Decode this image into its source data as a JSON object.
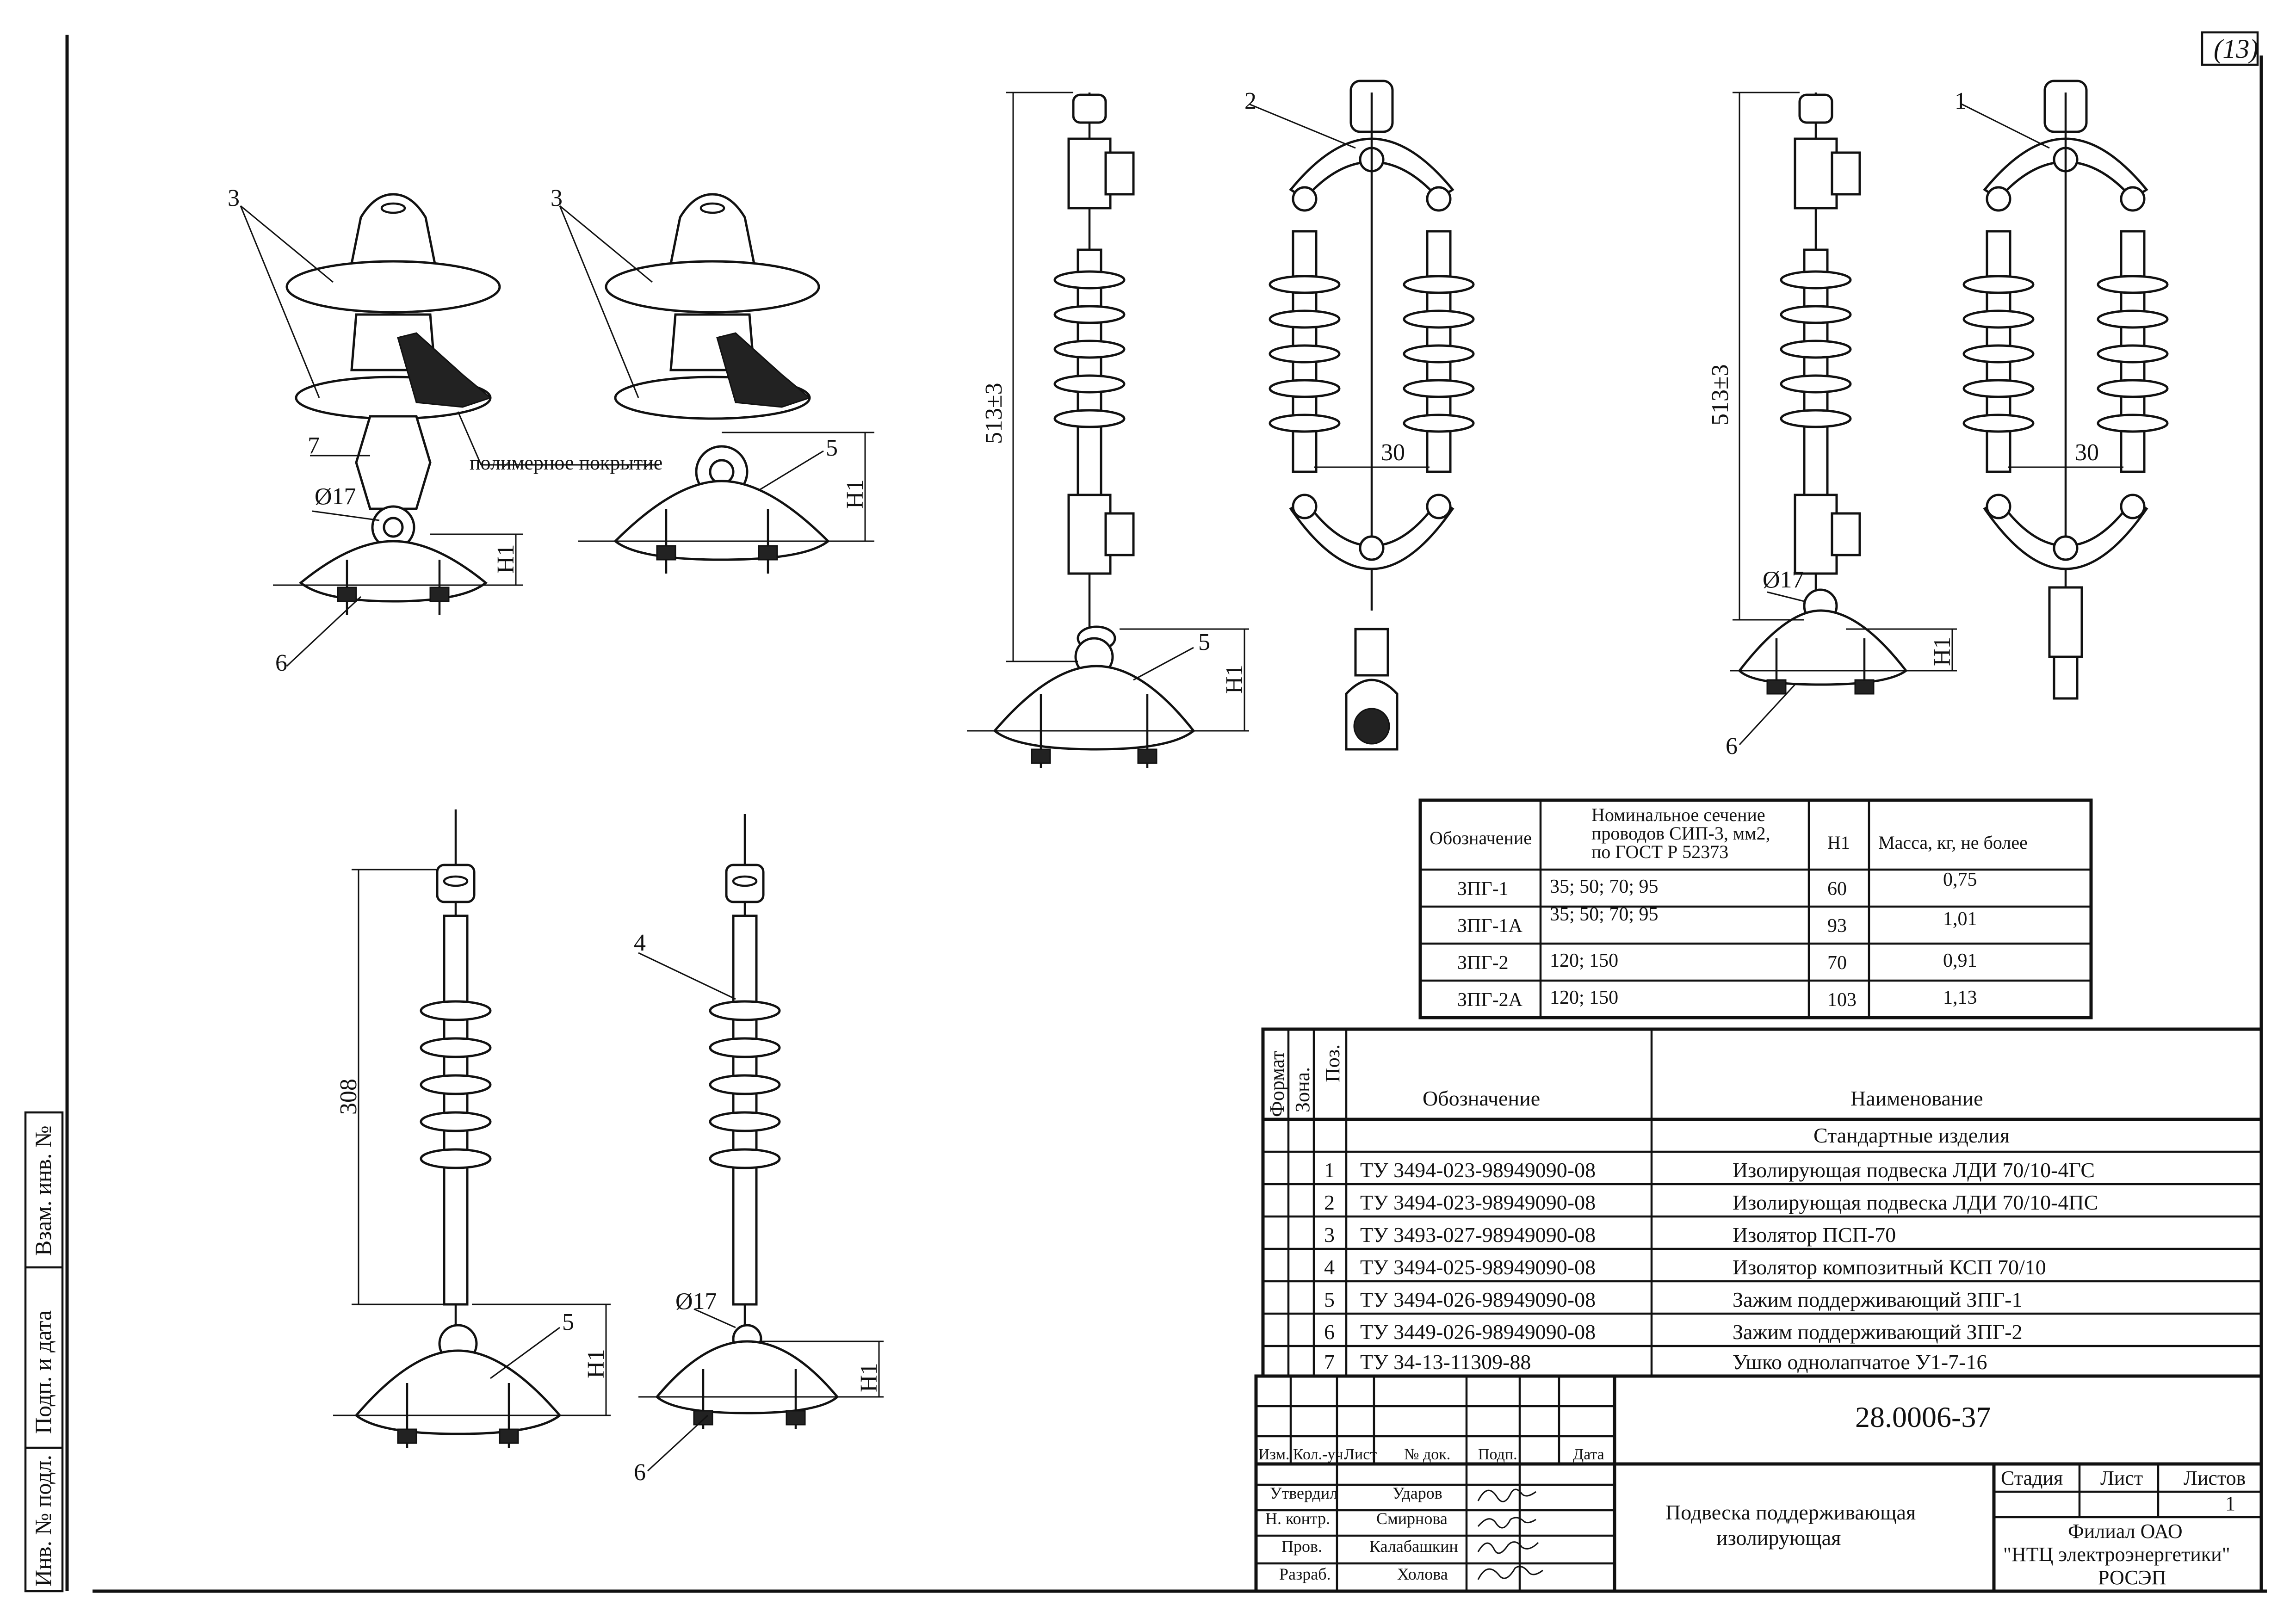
{
  "sheet_number": "(13)",
  "callouts": {
    "c1": "1",
    "c2": "2",
    "c3": "3",
    "c4": "4",
    "c5": "5",
    "c6": "6",
    "c7": "7"
  },
  "annotations": {
    "polymer_coating": "полимерное покрытие",
    "phi17": "Ø17",
    "h1": "H1",
    "dim_513": "513±3",
    "dim_308": "308",
    "dim_30": "30"
  },
  "params_table": {
    "headers": {
      "designation": "Обозначение",
      "section": [
        "Номинальное сечение",
        "проводов СИП-3, мм2,",
        "по ГОСТ Р 52373"
      ],
      "h1": "H1",
      "mass": "Масса, кг, не более"
    },
    "rows": [
      {
        "designation": "ЗПГ-1",
        "section": "35; 50; 70; 95",
        "h1": "60",
        "mass": "0,75"
      },
      {
        "designation": "ЗПГ-1А",
        "section": "35; 50; 70; 95",
        "h1": "93",
        "mass": "1,01"
      },
      {
        "designation": "ЗПГ-2",
        "section": "120; 150",
        "h1": "70",
        "mass": "0,91"
      },
      {
        "designation": "ЗПГ-2А",
        "section": "120; 150",
        "h1": "103",
        "mass": "1,13"
      }
    ]
  },
  "spec_table": {
    "headers": {
      "format": "Формат",
      "zone": "Зона.",
      "pos": "Поз.",
      "designation": "Обозначение",
      "name": "Наименование"
    },
    "section_title": "Стандартные изделия",
    "rows": [
      {
        "pos": "1",
        "designation": "ТУ 3494-023-98949090-08",
        "name": "Изолирующая подвеска ЛДИ 70/10-4ГС"
      },
      {
        "pos": "2",
        "designation": "ТУ 3494-023-98949090-08",
        "name": "Изолирующая подвеска ЛДИ 70/10-4ПС"
      },
      {
        "pos": "3",
        "designation": "ТУ 3493-027-98949090-08",
        "name": "Изолятор ПСП-70"
      },
      {
        "pos": "4",
        "designation": "ТУ 3494-025-98949090-08",
        "name": "Изолятор композитный КСП 70/10"
      },
      {
        "pos": "5",
        "designation": "ТУ 3494-026-98949090-08",
        "name": "Зажим поддерживающий ЗПГ-1"
      },
      {
        "pos": "6",
        "designation": "ТУ 3449-026-98949090-08",
        "name": "Зажим поддерживающий ЗПГ-2"
      },
      {
        "pos": "7",
        "designation": "ТУ 34-13-11309-88",
        "name": "Ушко однолапчатое У1-7-16"
      }
    ]
  },
  "title_block": {
    "doc_code": "28.0006-37",
    "title": [
      "Подвеска поддерживающая",
      "изолирующая"
    ],
    "col_headers": [
      "Изм.",
      "Кол.-уч.",
      "Лист",
      "№ док.",
      "Подп.",
      "Дата"
    ],
    "roles": [
      {
        "role": "Утвердил",
        "name": "Ударов"
      },
      {
        "role": "Н. контр.",
        "name": "Смирнова"
      },
      {
        "role": "Пров.",
        "name": "Калабашкин"
      },
      {
        "role": "Разраб.",
        "name": "Холова"
      }
    ],
    "stage_label": "Стадия",
    "sheet_label": "Лист",
    "sheets_label": "Листов",
    "sheets_value": "1",
    "organization": [
      "Филиал ОАО",
      "\"НТЦ электроэнергетики\"",
      "РОСЭП"
    ]
  },
  "left_strip": {
    "inv_no": "Инв. № подл.",
    "sign_date": "Подп. и дата",
    "replaced_inv": "Взам. инв. №"
  }
}
